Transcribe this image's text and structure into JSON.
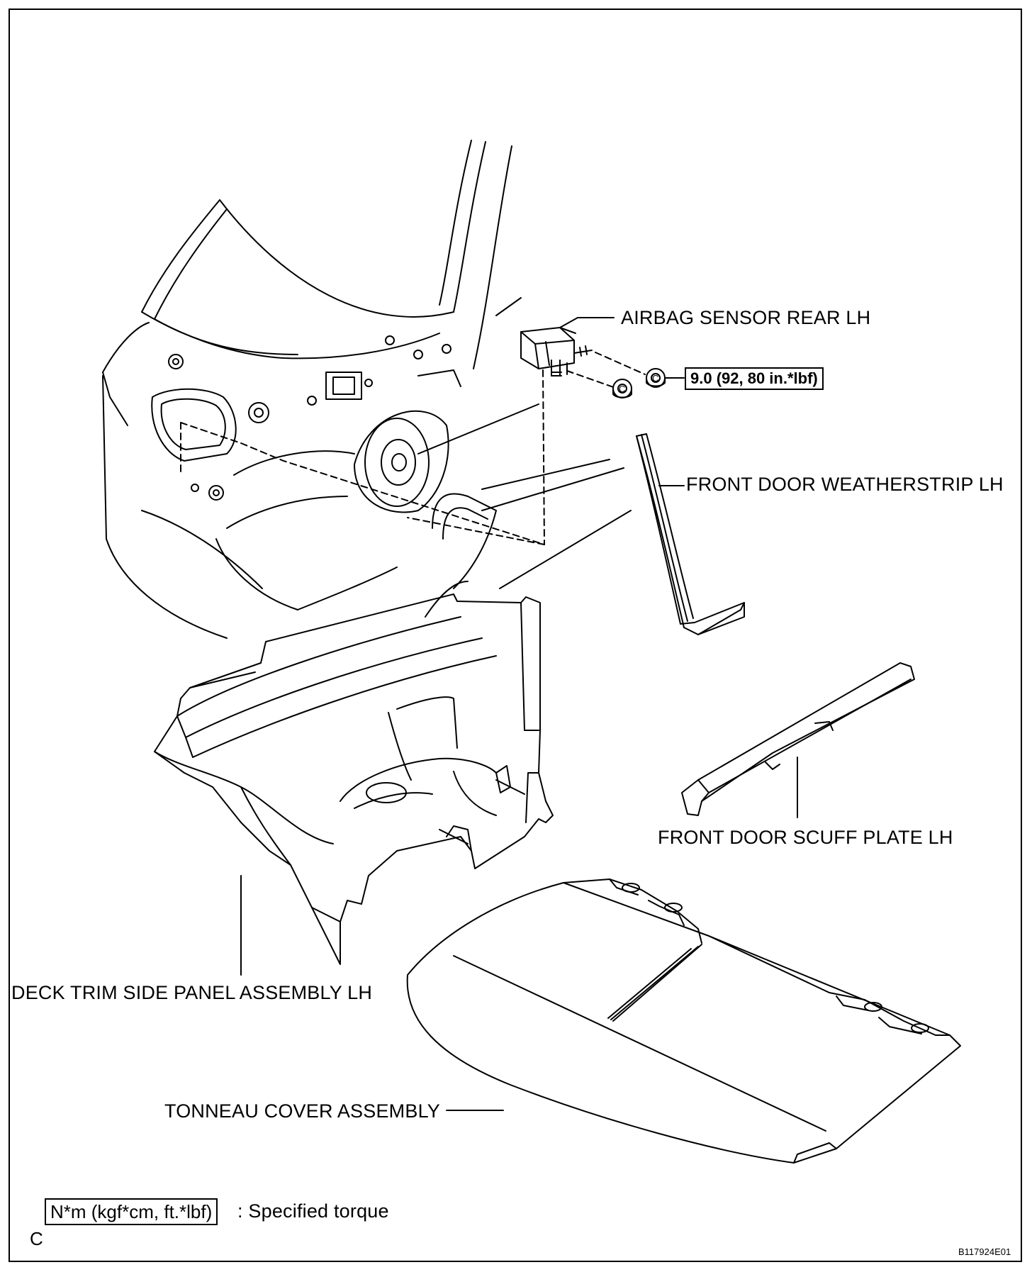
{
  "labels": {
    "airbag_sensor": "AIRBAG SENSOR REAR LH",
    "weatherstrip": "FRONT DOOR WEATHERSTRIP LH",
    "scuff_plate": "FRONT DOOR SCUFF PLATE LH",
    "deck_trim": "DECK TRIM SIDE PANEL ASSEMBLY LH",
    "tonneau": "TONNEAU COVER ASSEMBLY"
  },
  "torque": {
    "value": "9.0 (92, 80 in.*lbf)",
    "fastener_mark": "C"
  },
  "legend": {
    "box_text": "N*m (kgf*cm, ft.*lbf)",
    "description": ": Specified torque"
  },
  "corner_letter": "C",
  "figure_id": "B117924E01"
}
